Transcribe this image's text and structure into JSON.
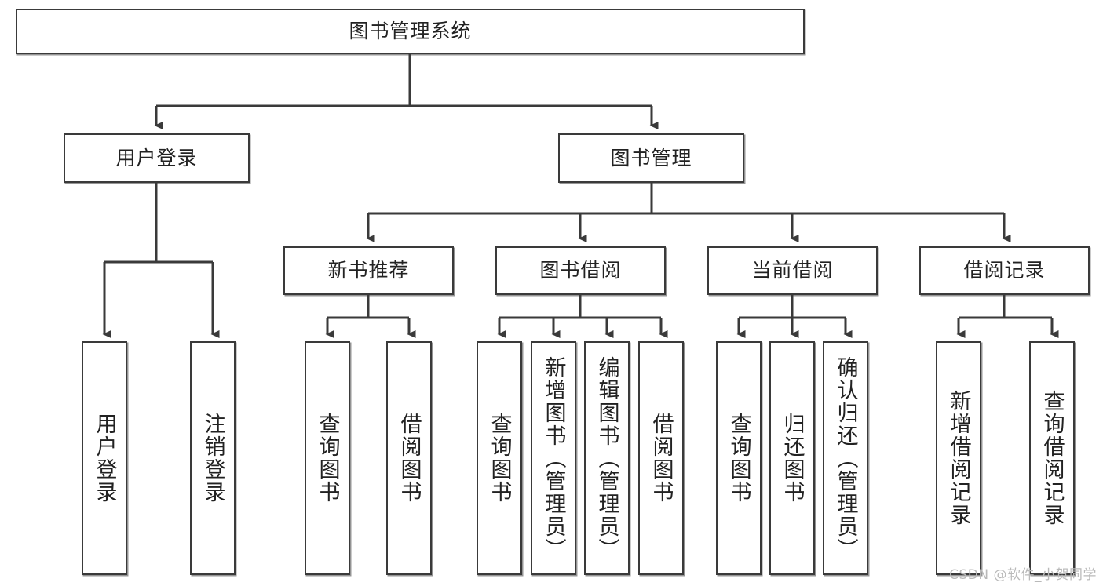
{
  "diagram": {
    "type": "tree-hierarchy",
    "title": "图书管理系统",
    "watermark": "CSDN @软件_小贺同学",
    "colors": {
      "box_border": "#3a3a3a",
      "box_fill": "#ffffff",
      "edge": "#3a3a3a",
      "text": "#222222",
      "watermark": "#b9b9b9"
    },
    "levels": {
      "root": {
        "label": "图书管理系统"
      },
      "level2": [
        {
          "label": "用户登录"
        },
        {
          "label": "图书管理"
        }
      ],
      "level3": [
        {
          "label": "新书推荐"
        },
        {
          "label": "图书借阅"
        },
        {
          "label": "当前借阅"
        },
        {
          "label": "借阅记录"
        }
      ],
      "leaves": [
        {
          "label": "用户登录",
          "parent": "用户登录"
        },
        {
          "label": "注销登录",
          "parent": "用户登录"
        },
        {
          "label": "查询图书",
          "parent": "新书推荐"
        },
        {
          "label": "借阅图书",
          "parent": "新书推荐"
        },
        {
          "label": "查询图书",
          "parent": "图书借阅"
        },
        {
          "label": "新增图书（管理员）",
          "parent": "图书借阅"
        },
        {
          "label": "编辑图书（管理员）",
          "parent": "图书借阅"
        },
        {
          "label": "借阅图书",
          "parent": "图书借阅"
        },
        {
          "label": "查询图书",
          "parent": "当前借阅"
        },
        {
          "label": "归还图书",
          "parent": "当前借阅"
        },
        {
          "label": "确认归还（管理员）",
          "parent": "当前借阅"
        },
        {
          "label": "新增借阅记录",
          "parent": "借阅记录"
        },
        {
          "label": "查询借阅记录",
          "parent": "借阅记录"
        }
      ]
    }
  }
}
